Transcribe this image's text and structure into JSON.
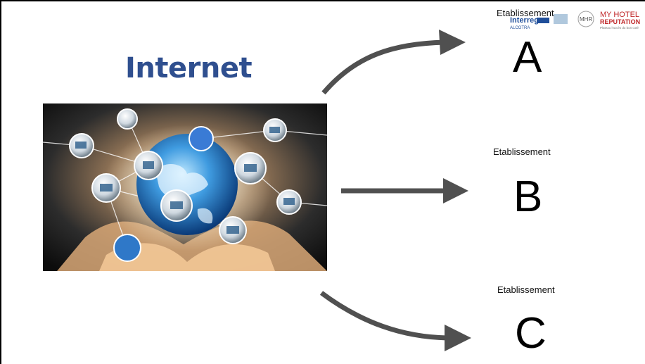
{
  "slide": {
    "title": "Internet",
    "targets": [
      {
        "caption": "Etablissement",
        "letter": "A"
      },
      {
        "caption": "Etablissement",
        "letter": "B"
      },
      {
        "caption": "Etablissement",
        "letter": "C"
      }
    ],
    "logos": {
      "interreg": "Interreg",
      "interreg_sub": "ALCOTRA",
      "mhr_monogram": "MHR",
      "mhr_line1": "MY HOTEL",
      "mhr_line2": "REPUTATION",
      "mhr_tagline": "Plateau l'accès du bon coté"
    },
    "colors": {
      "title": "#2f4f8f",
      "arrow": "#505050",
      "logo_red": "#c0282a",
      "logo_blue": "#1f4e9a"
    }
  }
}
